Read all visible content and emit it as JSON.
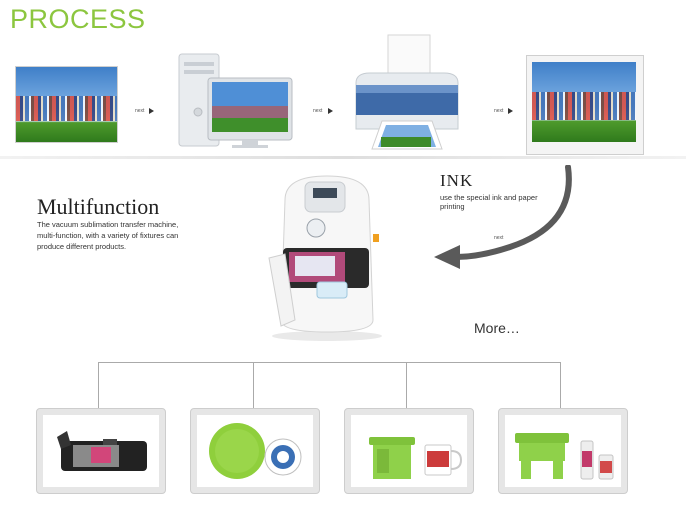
{
  "header": {
    "title": "PROCESS"
  },
  "process": {
    "steps": [
      {
        "name": "photo",
        "icon": "photo-image"
      },
      {
        "name": "computer",
        "icon": "computer-icon"
      },
      {
        "name": "printer",
        "icon": "printer-icon"
      },
      {
        "name": "printed-photo",
        "icon": "printed-photo-image"
      }
    ],
    "next_label": "next"
  },
  "multifunction": {
    "title": "Multifunction",
    "description": "The vacuum sublimation transfer machine, multi-function, with a variety of fixtures can produce different products."
  },
  "ink": {
    "title": "INK",
    "description": "use the special ink and paper printing",
    "next_label": "next"
  },
  "more_label": "More…",
  "products": [
    {
      "name": "phone-case-fixture",
      "icon": "phone-case-fixture-icon"
    },
    {
      "name": "plate-fixture",
      "icon": "plate-fixture-icon"
    },
    {
      "name": "mug-fixture",
      "icon": "mug-fixture-icon"
    },
    {
      "name": "glass-fixture",
      "icon": "glass-fixture-icon"
    }
  ],
  "colors": {
    "accent": "#8cc63f",
    "divider": "#dedede",
    "arrow": "#555555"
  }
}
